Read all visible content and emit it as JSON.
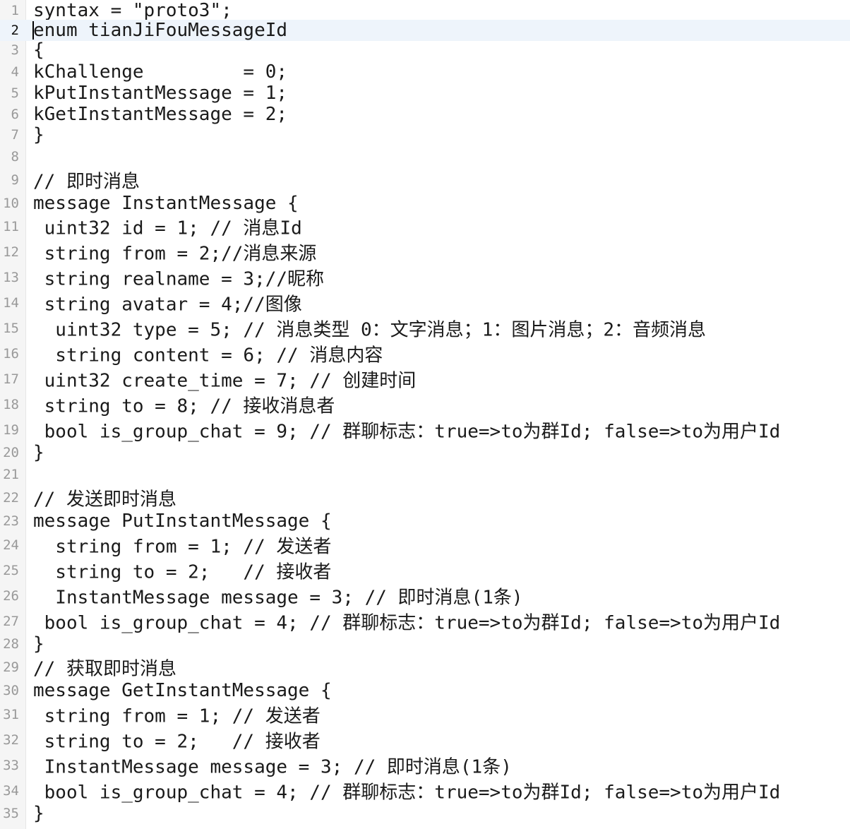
{
  "editor": {
    "current_line": 2,
    "lines": [
      {
        "n": "1",
        "text": "syntax = \"proto3\";"
      },
      {
        "n": "2",
        "text": "enum tianJiFouMessageId"
      },
      {
        "n": "3",
        "text": "{"
      },
      {
        "n": "4",
        "text": "kChallenge         = 0;"
      },
      {
        "n": "5",
        "text": "kPutInstantMessage = 1;"
      },
      {
        "n": "6",
        "text": "kGetInstantMessage = 2;"
      },
      {
        "n": "7",
        "text": "}"
      },
      {
        "n": "8",
        "text": ""
      },
      {
        "n": "9",
        "text": "// 即时消息"
      },
      {
        "n": "10",
        "text": "message InstantMessage {"
      },
      {
        "n": "11",
        "text": " uint32 id = 1; // 消息Id"
      },
      {
        "n": "12",
        "text": " string from = 2;//消息来源"
      },
      {
        "n": "13",
        "text": " string realname = 3;//昵称"
      },
      {
        "n": "14",
        "text": " string avatar = 4;//图像"
      },
      {
        "n": "15",
        "text": "  uint32 type = 5; // 消息类型 0：文字消息；1：图片消息；2：音频消息"
      },
      {
        "n": "16",
        "text": "  string content = 6; // 消息内容"
      },
      {
        "n": "17",
        "text": " uint32 create_time = 7; // 创建时间"
      },
      {
        "n": "18",
        "text": " string to = 8; // 接收消息者"
      },
      {
        "n": "19",
        "text": " bool is_group_chat = 9; // 群聊标志：true=>to为群Id; false=>to为用户Id"
      },
      {
        "n": "20",
        "text": "}"
      },
      {
        "n": "21",
        "text": ""
      },
      {
        "n": "22",
        "text": "// 发送即时消息"
      },
      {
        "n": "23",
        "text": "message PutInstantMessage {"
      },
      {
        "n": "24",
        "text": "  string from = 1; // 发送者"
      },
      {
        "n": "25",
        "text": "  string to = 2;   // 接收者"
      },
      {
        "n": "26",
        "text": "  InstantMessage message = 3; // 即时消息(1条)"
      },
      {
        "n": "27",
        "text": " bool is_group_chat = 4; // 群聊标志：true=>to为群Id; false=>to为用户Id"
      },
      {
        "n": "28",
        "text": "}"
      },
      {
        "n": "29",
        "text": "// 获取即时消息"
      },
      {
        "n": "30",
        "text": "message GetInstantMessage {"
      },
      {
        "n": "31",
        "text": " string from = 1; // 发送者"
      },
      {
        "n": "32",
        "text": " string to = 2;   // 接收者"
      },
      {
        "n": "33",
        "text": " InstantMessage message = 3; // 即时消息(1条)"
      },
      {
        "n": "34",
        "text": " bool is_group_chat = 4; // 群聊标志：true=>to为群Id; false=>to为用户Id"
      },
      {
        "n": "35",
        "text": "}"
      }
    ]
  },
  "colors": {
    "background": "#ffffff",
    "gutter": "#f5f5f5",
    "current_line": "#eef4fb",
    "text": "#1a1a1a",
    "line_number": "#999999"
  }
}
